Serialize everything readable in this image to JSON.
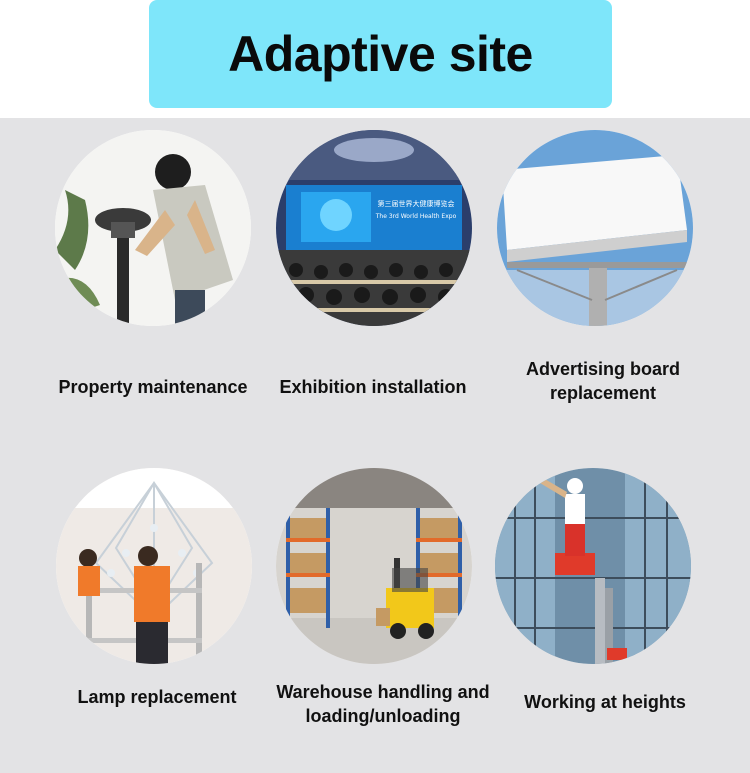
{
  "header": {
    "title": "Adaptive site"
  },
  "items": [
    {
      "label": "Property maintenance",
      "icon": "street-lamp-maintenance-photo"
    },
    {
      "label": "Exhibition installation",
      "icon": "exhibition-hall-photo",
      "screen_text": "第三届世界大健康博览会",
      "screen_text_en": "The 3rd World Health Expo"
    },
    {
      "label": "Advertising board replacement",
      "icon": "billboard-photo"
    },
    {
      "label": "Lamp replacement",
      "icon": "chandelier-photo"
    },
    {
      "label": "Warehouse handling and loading/unloading",
      "icon": "warehouse-forklift-photo"
    },
    {
      "label": "Working at heights",
      "icon": "aerial-lift-worker-photo"
    }
  ],
  "colors": {
    "title_bg": "#7ee6fa",
    "panel_bg": "#e3e3e5",
    "accent_orange": "#f07a2a"
  }
}
